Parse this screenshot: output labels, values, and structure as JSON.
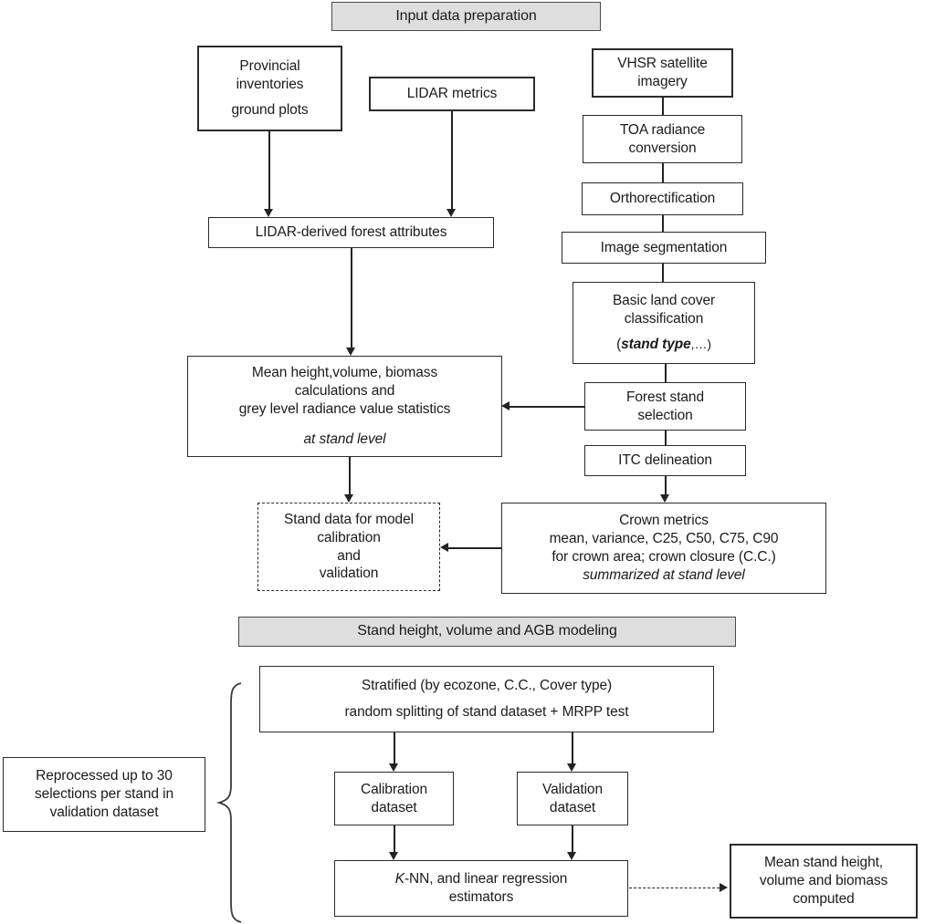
{
  "figure": {
    "type": "flowchart",
    "title": "Forest stand height, volume and AGB modeling workflow"
  },
  "banners": [
    {
      "id": "input-prep",
      "label": "Input data preparation"
    },
    {
      "id": "modeling",
      "label": "Stand height, volume  and AGB modeling"
    }
  ],
  "nodes": {
    "provincial_inventories": {
      "line1": "Provincial",
      "line2": "inventories",
      "line3": "ground plots"
    },
    "lidar_metrics": {
      "line1": "LIDAR metrics"
    },
    "vhsr": {
      "line1": "VHSR satellite",
      "line2": "imagery"
    },
    "toa": {
      "line1": "TOA radiance",
      "line2": "conversion"
    },
    "ortho": {
      "line1": "Orthorectification"
    },
    "segmentation": {
      "line1": "Image segmentation"
    },
    "landcover": {
      "line1": "Basic land cover",
      "line2": "classification",
      "line3_open": "(",
      "line3_em": "stand type",
      "line3_close": ",…)"
    },
    "lidar_attributes": {
      "line1": "LIDAR-derived forest attributes"
    },
    "forest_stand_selection": {
      "line1": "Forest stand",
      "line2": "selection"
    },
    "itc": {
      "line1": "ITC delineation"
    },
    "mean_calc": {
      "line1": "Mean height,volume, biomass",
      "line2": "calculations and",
      "line3": "grey level radiance value statistics",
      "line4": "at stand level"
    },
    "stand_data": {
      "line1": "Stand data for model",
      "line2": "calibration",
      "line3": "and",
      "line4": "validation"
    },
    "crown_metrics": {
      "line1": "Crown metrics",
      "line2": "mean, variance, C25, C50, C75, C90",
      "line3": "for crown area; crown closure (C.C.)",
      "line4": "summarized at stand level"
    },
    "stratified": {
      "line1": "Stratified (by ecozone, C.C., Cover  type)",
      "line2": "random  splitting of stand dataset + MRPP test"
    },
    "calibration_dataset": {
      "line1": "Calibration",
      "line2": "dataset"
    },
    "validation_dataset": {
      "line1": "Validation",
      "line2": "dataset"
    },
    "estimators": {
      "line1_em": "K",
      "line1_rest": "-NN, and linear regression",
      "line2": "estimators"
    },
    "reprocessed": {
      "line1": "Reprocessed  up to 30",
      "line2": "selections per stand in",
      "line3": "validation  dataset"
    },
    "output": {
      "line1": "Mean stand height,",
      "line2": "volume  and biomass",
      "line3": "computed"
    }
  },
  "colors": {
    "banner_fill": "#dedede",
    "stroke": "#232323",
    "page_background": "#ffffff",
    "text": "#1b1b1b"
  }
}
